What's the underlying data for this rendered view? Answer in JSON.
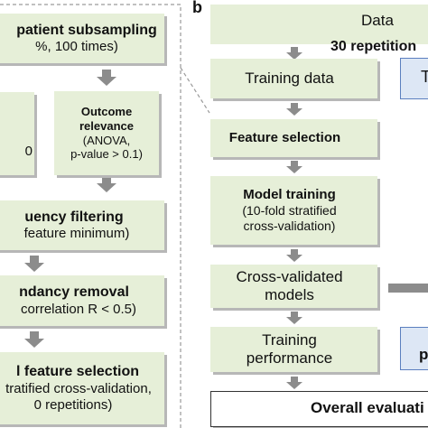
{
  "panel_b_label": "b",
  "left": {
    "subsampling": {
      "title": "patient subsampling",
      "sub": "%, 100 times)"
    },
    "outcome": {
      "l1": "Outcome",
      "l2": "relevance",
      "l3": "(ANOVA,",
      "l4": "p-value > 0.1)"
    },
    "partial_box_text": "0",
    "frequency": {
      "title": "uency filtering",
      "sub": "feature minimum)"
    },
    "redundancy": {
      "title": "ndancy removal",
      "sub": "correlation R < 0.5)"
    },
    "final": {
      "title": "l feature selection",
      "sub1": "tratified cross-validation,",
      "sub2": "0 repetitions)"
    }
  },
  "right": {
    "data": "Data",
    "repetitions": "30 repetition",
    "training_data": "Training data",
    "side_top_letter": "T",
    "feature_selection": "Feature selection",
    "model_training": {
      "title": "Model training",
      "sub1": "(10-fold stratified",
      "sub2": "cross-validation)"
    },
    "cv_models": {
      "l1": "Cross-validated",
      "l2": "models"
    },
    "training_perf": {
      "l1": "Training",
      "l2": "performance"
    },
    "side_bottom_letter": "p",
    "overall": "Overall evaluati"
  },
  "colors": {
    "box_fill": "#e6efd8",
    "arrow": "#8c8c8c",
    "blue_box": "#dde7f5",
    "dashed_border": "#9a9a9a"
  }
}
